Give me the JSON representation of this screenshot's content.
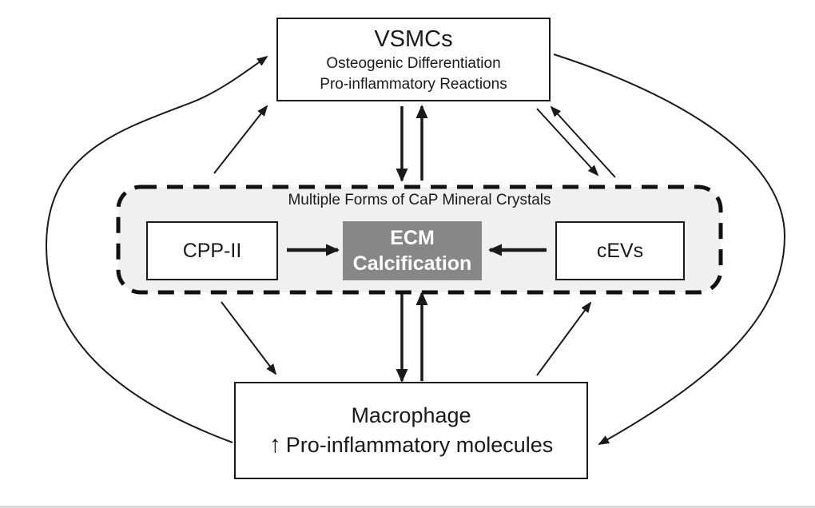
{
  "diagram": {
    "type": "flow-diagram",
    "nodes": {
      "vsmcs": {
        "title": "VSMCs",
        "line1": "Osteogenic Differentiation",
        "line2": "Pro-inflammatory Reactions"
      },
      "crystals": {
        "label": "Multiple Forms of CaP Mineral Crystals",
        "bg": "#f0f0f0",
        "border_style": "dashed"
      },
      "cpp2": {
        "label": "CPP-II"
      },
      "ecm": {
        "line1": "ECM",
        "line2": "Calcification",
        "bg": "#878787",
        "text_color": "#ffffff"
      },
      "cevs": {
        "label": "cEVs"
      },
      "macrophage": {
        "title": "Macrophage",
        "up_arrow_glyph": "↑",
        "subtitle": "Pro-inflammatory molecules"
      }
    },
    "colors": {
      "line": "#1a1a1a",
      "node_bg": "#ffffff",
      "crystals_bg": "#f0f0f0",
      "ecm_bg": "#878787"
    },
    "edges": [
      {
        "from": "vsmcs",
        "to": "crystals",
        "style": "thick-vertical-pair",
        "direction": "down"
      },
      {
        "from": "crystals",
        "to": "vsmcs",
        "style": "thick-vertical-pair",
        "direction": "up"
      },
      {
        "from": "cpp2",
        "to": "ecm",
        "style": "thick-horizontal",
        "direction": "right"
      },
      {
        "from": "cevs",
        "to": "ecm",
        "style": "thick-horizontal",
        "direction": "left"
      },
      {
        "from": "crystals",
        "to": "macrophage",
        "style": "thick-vertical-pair",
        "direction": "down"
      },
      {
        "from": "macrophage",
        "to": "crystals",
        "style": "thick-vertical-pair",
        "direction": "up"
      },
      {
        "from": "crystals",
        "to": "vsmcs",
        "style": "thin-diagonal",
        "side": "left"
      },
      {
        "from": "crystals",
        "to": "macrophage",
        "style": "thin-diagonal",
        "side": "left"
      },
      {
        "from": "vsmcs",
        "to": "crystals",
        "style": "thin-diagonal",
        "side": "right"
      },
      {
        "from": "crystals",
        "to": "vsmcs",
        "style": "thin-diagonal",
        "side": "right"
      },
      {
        "from": "macrophage",
        "to": "crystals",
        "style": "thin-diagonal",
        "side": "right"
      },
      {
        "from": "macrophage",
        "to": "vsmcs",
        "style": "outer-curve",
        "side": "left"
      },
      {
        "from": "vsmcs",
        "to": "macrophage",
        "style": "outer-curve",
        "side": "right"
      }
    ]
  }
}
